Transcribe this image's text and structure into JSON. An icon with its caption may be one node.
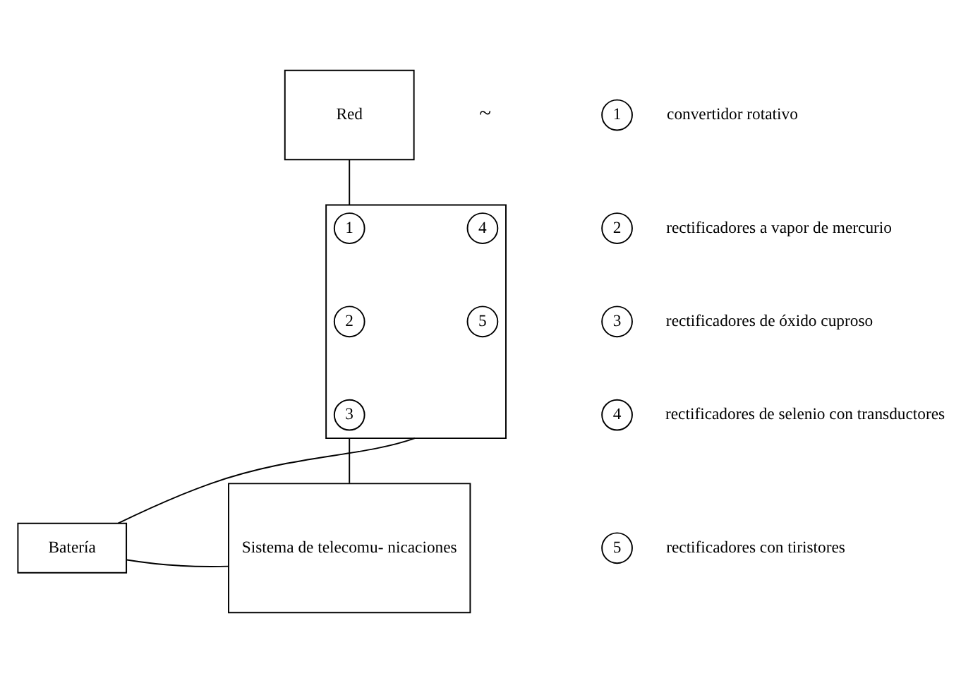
{
  "diagram": {
    "nodes": [
      {
        "text": [
          "Red"
        ]
      },
      {
        "text": [],
        "shape": "box"
      },
      {
        "text": [
          "1"
        ],
        "in": 1
      },
      {
        "text": [
          "2"
        ],
        "in": 1
      },
      {
        "text": [
          "3"
        ],
        "in": 1
      },
      {
        "text": [
          "4"
        ],
        "in": 1
      },
      {
        "text": [
          "5"
        ],
        "in": 1
      },
      {
        "text": [
          "Batería"
        ]
      },
      {
        "text": [
          "Sistema de telecomu- nicaciones"
        ]
      },
      {
        "text": [
          "1"
        ],
        "beside": [
          "convertidor rotativo"
        ]
      },
      {
        "text": [
          "2"
        ],
        "beside": [
          "rectificadores a vapor de mercurio"
        ]
      },
      {
        "text": [
          "3"
        ],
        "beside": [
          "rectificadores de óxido cuproso"
        ]
      },
      {
        "text": [
          "4"
        ],
        "beside": [
          "rectificadores de selenio con transductores"
        ]
      },
      {
        "text": [
          "5"
        ],
        "beside": [
          "rectificadores con tiristores"
        ]
      }
    ],
    "edges": [
      {
        "from": 0,
        "to": 1,
        "arrow": "none"
      },
      {
        "from": 1,
        "to": 8,
        "arrow": "none"
      },
      {
        "from": 7,
        "to": 8,
        "arrow": "none"
      },
      {
        "from": 7,
        "to": 1,
        "arrow": "none"
      }
    ],
    "labels": [
      "~"
    ]
  }
}
